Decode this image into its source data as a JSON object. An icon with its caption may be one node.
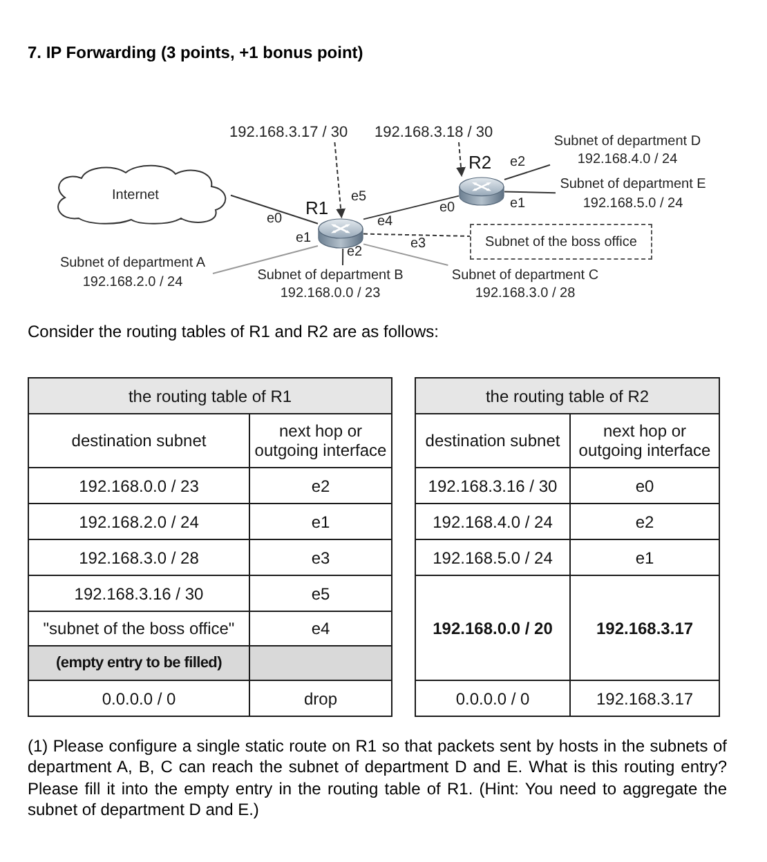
{
  "diagram": {
    "title": "7. IP Forwarding (3 points, +1 bonus point)",
    "nodes": [
      {
        "text": [
          "192.168.3.17 / 30"
        ]
      },
      {
        "text": [
          "192.168.3.18 / 30"
        ]
      },
      {
        "text": [
          "Subnet of department D",
          "192.168.4.0 / 24"
        ]
      },
      {
        "text": [],
        "shape": "picture",
        "beside": [
          "R2"
        ]
      },
      {
        "text": [
          "Subnet of department E",
          "192.168.5.0 / 24"
        ]
      },
      {
        "text": [
          "Internet"
        ]
      },
      {
        "text": [],
        "shape": "picture",
        "beside": [
          "R1"
        ]
      },
      {
        "text": [
          "Subnet of the boss office"
        ]
      },
      {
        "text": [
          "Subnet of department A",
          "192.168.2.0 / 24"
        ]
      },
      {
        "text": [
          "Subnet of department B",
          "192.168.0.0 / 23"
        ]
      },
      {
        "text": [
          "Subnet of department C",
          "192.168.3.0 / 28"
        ]
      }
    ],
    "edges": [
      {
        "from": 0,
        "to": 6,
        "arrow": "to",
        "style": "dashed"
      },
      {
        "from": 1,
        "to": 3,
        "arrow": "to",
        "style": "dashed"
      },
      {
        "from": 5,
        "to": 6,
        "arrow": "none"
      },
      {
        "from": 6,
        "to": 3,
        "arrow": "none"
      },
      {
        "from": 3,
        "to": 2,
        "arrow": "none"
      },
      {
        "from": 3,
        "to": 4,
        "arrow": "none"
      },
      {
        "from": 6,
        "to": 7,
        "arrow": "none",
        "style": "dashed"
      },
      {
        "from": 6,
        "to": 8,
        "arrow": "none",
        "color": "#999999"
      },
      {
        "from": 6,
        "to": 9,
        "arrow": "none"
      },
      {
        "from": 6,
        "to": 10,
        "arrow": "none",
        "color": "#999999"
      }
    ],
    "labels": [
      "e2",
      "e5",
      "e0",
      "e1",
      "e0",
      "e4",
      "e1",
      "e3",
      "e2",
      "Consider the routing tables of R1 and R2 are as follows:",
      "the routing table of R1",
      "destination subnet",
      "next hop or outgoing interface",
      "192.168.0.0 / 23",
      "e2",
      "192.168.2.0 / 24",
      "e1",
      "192.168.3.0 / 28",
      "e3",
      "192.168.3.16 / 30",
      "e5",
      "\"subnet of the boss office\"",
      "e4",
      "(empty entry to be filled)",
      "0.0.0.0 / 0",
      "drop",
      "the routing table of R2",
      "destination subnet",
      "next hop or outgoing interface",
      "192.168.3.16 / 30",
      "e0",
      "192.168.4.0 / 24",
      "e2",
      "192.168.5.0 / 24",
      "e1",
      "192.168.0.0 / 20",
      "192.168.3.17",
      "0.0.0.0 / 0",
      "192.168.3.17",
      "(1) Please configure a single static route on R1 so that packets sent by hosts in the subnets of department A, B, C can reach the subnet of department D and E. What is this routing entry? Please fill it into the empty entry in the routing table of R1. (Hint: You need to aggregate the subnet of department D and E.)"
    ]
  }
}
